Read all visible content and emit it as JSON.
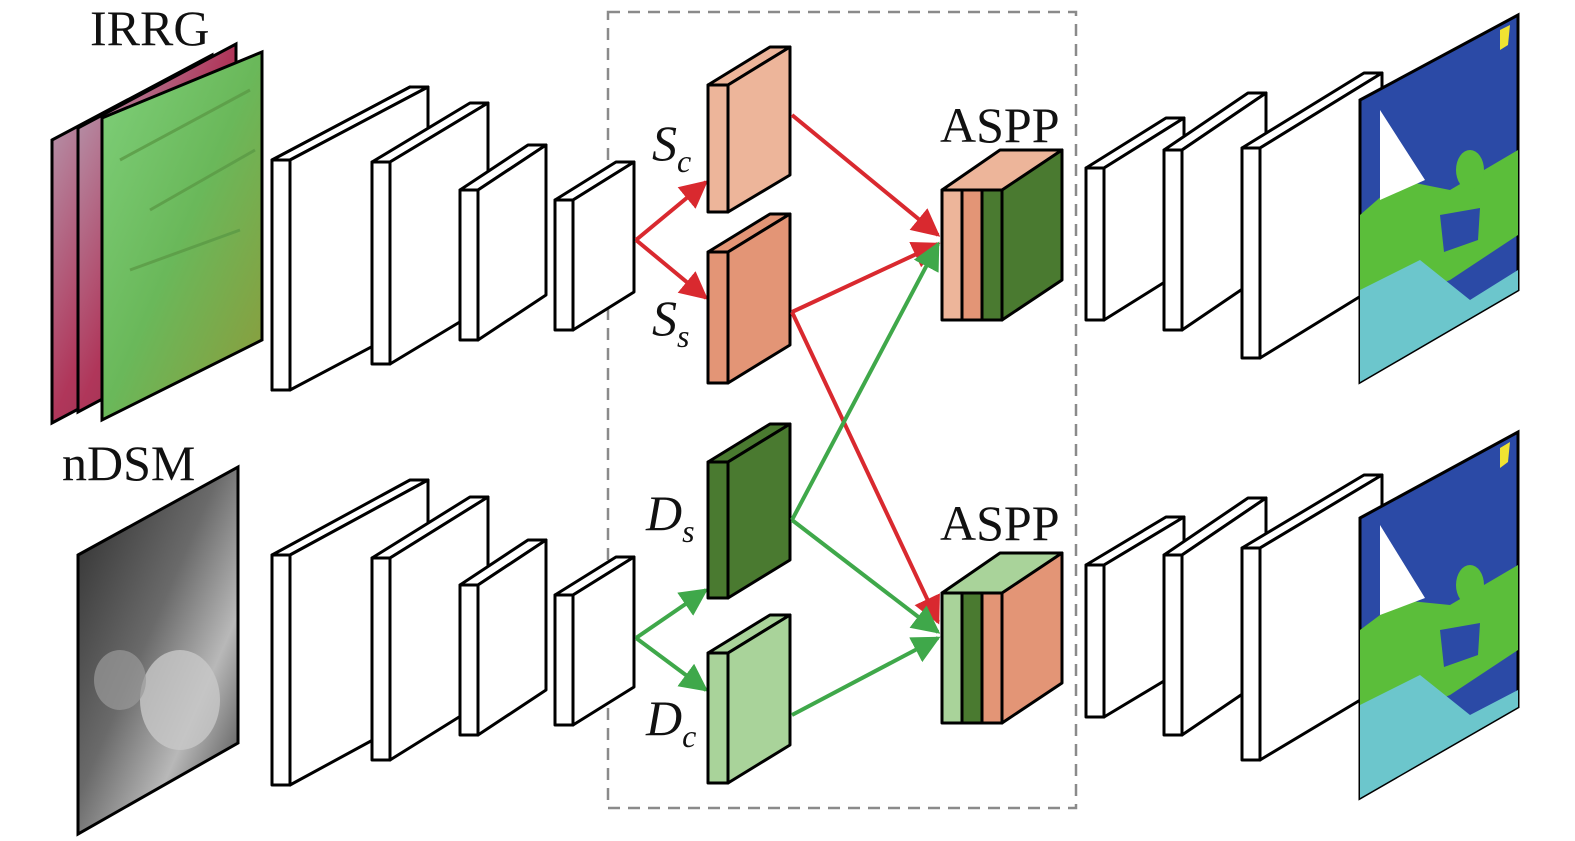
{
  "labels": {
    "input_optical": "IRRG",
    "input_depth": "nDSM",
    "aspp_top": "ASPP",
    "aspp_bottom": "ASPP",
    "sc_main": "S",
    "sc_sub": "c",
    "ss_main": "S",
    "ss_sub": "s",
    "ds_main": "D",
    "ds_sub": "s",
    "dc_main": "D",
    "dc_sub": "c"
  },
  "colors": {
    "salmon_light": "#EDB59A",
    "salmon": "#E39576",
    "green_dark": "#4A7A30",
    "green_light": "#A9D39A",
    "arrow_red": "#D9292F",
    "arrow_green": "#3FA84A",
    "seg_blue": "#2B4AA6",
    "seg_cyan": "#6CC6CC",
    "seg_green": "#5BBE3A",
    "seg_yellow": "#F0E332",
    "dashed_frame": "#8A8A8A"
  },
  "icons": {
    "irrg_stack": "stacked-image-icon",
    "ndsm_image": "depth-map-icon",
    "segmentation_map": "segmentation-map-icon"
  }
}
